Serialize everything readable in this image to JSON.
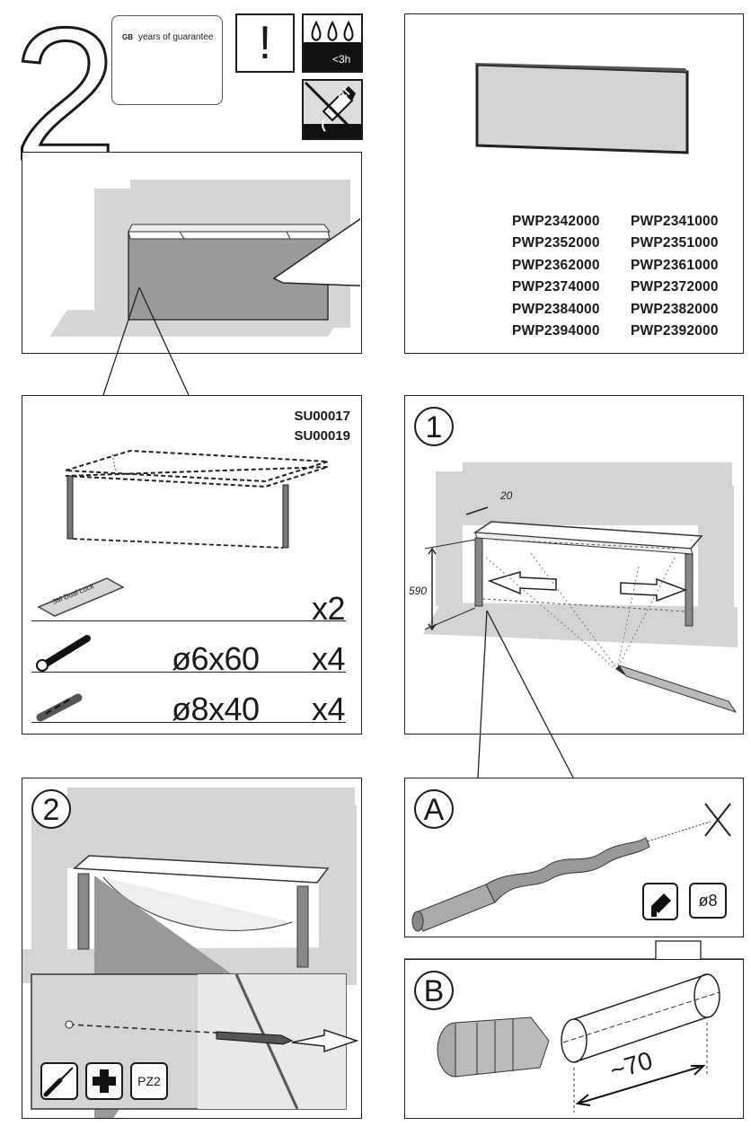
{
  "header": {
    "step_number": "2",
    "guarantee": {
      "country": "GB",
      "text": "years of guarantee"
    },
    "icons": {
      "warning": "!",
      "drying_time": "<3h",
      "no_chlorine": "Cl"
    }
  },
  "product_codes": {
    "left": [
      "PWP2342000",
      "PWP2352000",
      "PWP2362000",
      "PWP2374000",
      "PWP2384000",
      "PWP2394000"
    ],
    "right": [
      "PWP2341000",
      "PWP2351000",
      "PWP2361000",
      "PWP2372000",
      "PWP2382000",
      "PWP2392000"
    ]
  },
  "parts": {
    "codes": [
      "SU00017",
      "SU00019"
    ],
    "dual_lock_label": "3M Dual Lock",
    "items": [
      {
        "name": "",
        "size": "",
        "qty": "x2"
      },
      {
        "name": "screw",
        "size": "ø6x60",
        "qty": "x4"
      },
      {
        "name": "plug",
        "size": "ø8x40",
        "qty": "x4"
      }
    ]
  },
  "step1": {
    "number": "1",
    "dim_offset": "20",
    "dim_height": "590"
  },
  "step2": {
    "number": "2",
    "tool_bit": "PZ2"
  },
  "stepA": {
    "label": "A",
    "drill_size": "ø8"
  },
  "stepB": {
    "label": "B",
    "depth": "~70"
  }
}
